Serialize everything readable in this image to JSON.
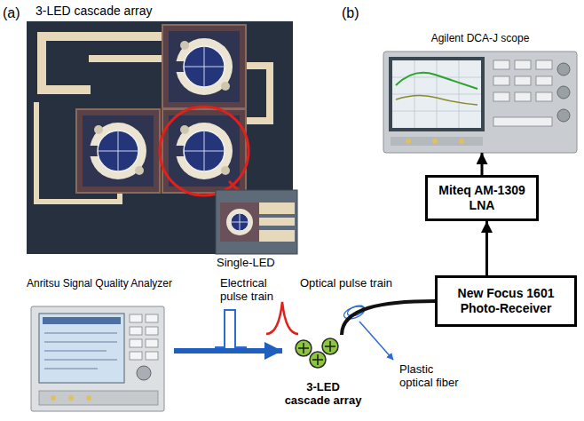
{
  "diagram": {
    "nodes": [
      {
        "text": [
          "Agilent DCA-J scope"
        ]
      },
      {
        "text": [
          "Miteq AM-1309 LNA"
        ]
      },
      {
        "text": [
          "New Focus 1601 Photo-Receiver"
        ]
      },
      {
        "text": [
          "Anritsu Signal Quality Analyzer"
        ]
      },
      {
        "text": [
          "3-LED cascade array"
        ]
      }
    ],
    "edges": [
      {
        "from": 2,
        "to": 1,
        "arrow": "to"
      },
      {
        "from": 1,
        "to": 0,
        "arrow": "to"
      },
      {
        "from": 3,
        "to": 4,
        "arrow": "to"
      },
      {
        "from": 4,
        "to": 2,
        "arrow": "none"
      }
    ],
    "labels": [
      "(a)",
      "3-LED cascade array",
      "Single-LED",
      "(b)",
      "Electrical pulse train",
      "Optical pulse train",
      "Plastic optical fiber"
    ]
  }
}
